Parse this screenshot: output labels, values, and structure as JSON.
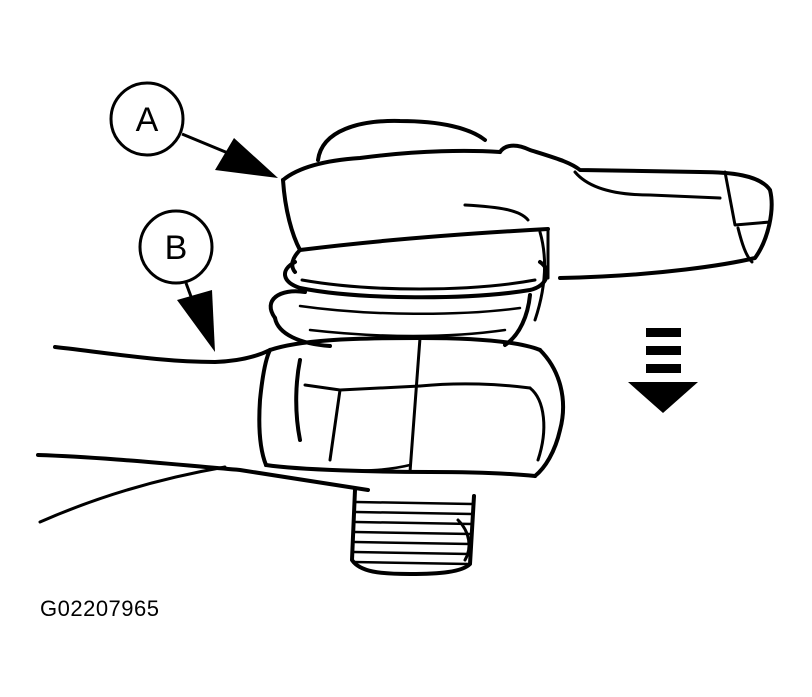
{
  "callouts": {
    "a": {
      "label": "A"
    },
    "b": {
      "label": "B"
    }
  },
  "figure_code": "G02207965",
  "direction_icon": "dashed-down-arrow-icon"
}
